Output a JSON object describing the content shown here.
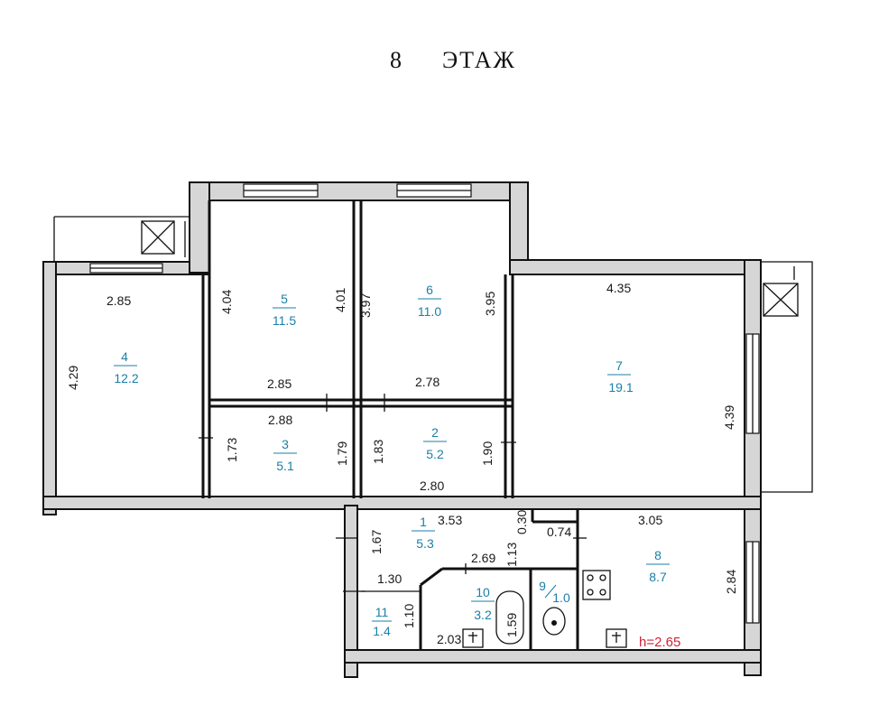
{
  "header": {
    "floor_number": "8",
    "floor_word": "ЭТАЖ"
  },
  "rooms": [
    {
      "number": "4",
      "area": "12.2"
    },
    {
      "number": "5",
      "area": "11.5"
    },
    {
      "number": "6",
      "area": "11.0"
    },
    {
      "number": "7",
      "area": "19.1"
    },
    {
      "number": "3",
      "area": "5.1"
    },
    {
      "number": "2",
      "area": "5.2"
    },
    {
      "number": "1",
      "area": "5.3"
    },
    {
      "number": "8",
      "area": "8.7"
    },
    {
      "number": "10",
      "area": "3.2"
    },
    {
      "number": "9",
      "area": "1.0"
    },
    {
      "number": "11",
      "area": "1.4"
    }
  ],
  "dimensions": {
    "r4_w": "2.85",
    "r4_h": "4.29",
    "r5_h_left": "4.04",
    "r5_h_right": "4.01",
    "r5_w": "2.85",
    "r6_h_left": "3.97",
    "r6_h_right": "3.95",
    "r6_w": "2.78",
    "r7_w": "4.35",
    "r7_h": "4.39",
    "r3_w": "2.88",
    "r3_h_left": "1.73",
    "r3_h_right": "1.79",
    "r2_h_left": "1.83",
    "r2_h_right": "1.90",
    "r2_w": "2.80",
    "r1_w": "3.53",
    "r1_h": "1.67",
    "r1_small": "0.30",
    "r1_h2": "1.13",
    "r8_w": "3.05",
    "r8_h": "2.84",
    "r8_small": "0.74",
    "r10_w": "2.69",
    "r10_h": "1.59",
    "r10_w2": "2.03",
    "r11_w": "1.30",
    "r11_h": "1.10"
  },
  "ceiling_height": "h=2.65"
}
